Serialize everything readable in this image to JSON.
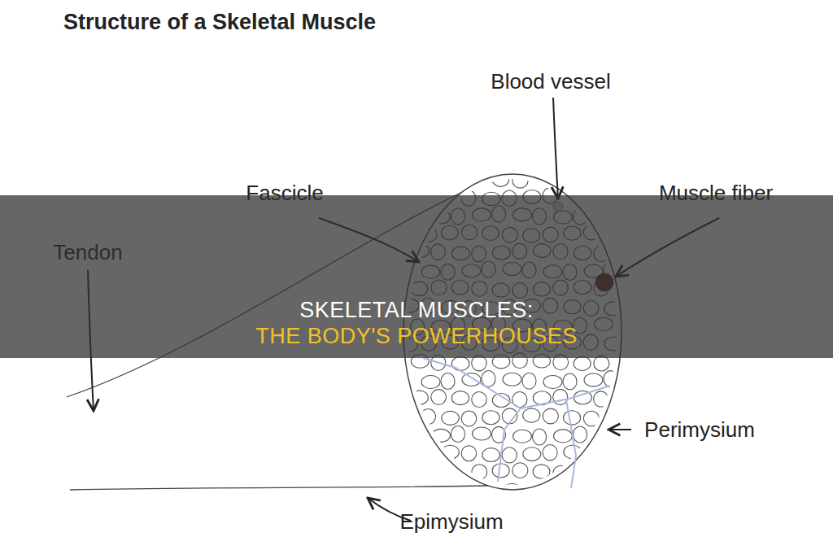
{
  "diagram": {
    "title": "Structure of a Skeletal Muscle",
    "nodes": [
      {
        "text": [
          "SKELETAL MUSCLES:",
          "THE BODY'S POWERHOUSES"
        ]
      }
    ],
    "labels": [
      "Blood vessel",
      "Fascicle",
      "Muscle fiber",
      "Tendon",
      "Perimysium",
      "Epimysium"
    ]
  }
}
